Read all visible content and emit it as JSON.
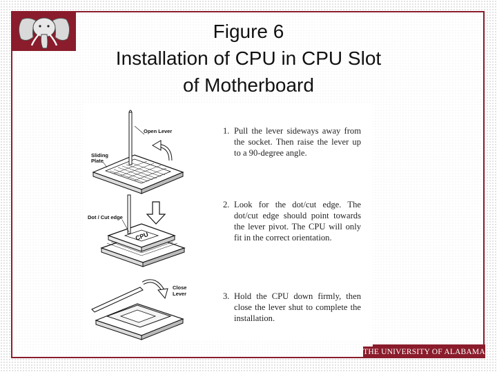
{
  "slide": {
    "title_line1": "Figure 6",
    "title_line2": "Installation of CPU in CPU Slot",
    "title_line3": "of Motherboard"
  },
  "diagram": {
    "labels": {
      "open_lever": "Open Lever",
      "sliding_plate_1": "Sliding",
      "sliding_plate_2": "Plate",
      "dot_cut_edge": "Dot / Cut edge",
      "close_lever_1": "Close",
      "close_lever_2": "Lever",
      "cpu_chip": "CPU"
    },
    "steps": [
      {
        "num": "1.",
        "text": "Pull the lever sideways away from the socket. Then raise the lever up to a 90-degree angle."
      },
      {
        "num": "2.",
        "text": "Look for the dot/cut edge. The dot/cut edge should point towards the lever pivot. The CPU will only fit in the correct orientation."
      },
      {
        "num": "3.",
        "text": "Hold the CPU down firmly, then close the lever shut to complete the installation."
      }
    ]
  },
  "footer": {
    "label": "THE UNIVERSITY OF ALABAMA"
  },
  "colors": {
    "accent": "#8a1c2b"
  },
  "icons": {
    "logo": "elephant-logo-icon"
  }
}
